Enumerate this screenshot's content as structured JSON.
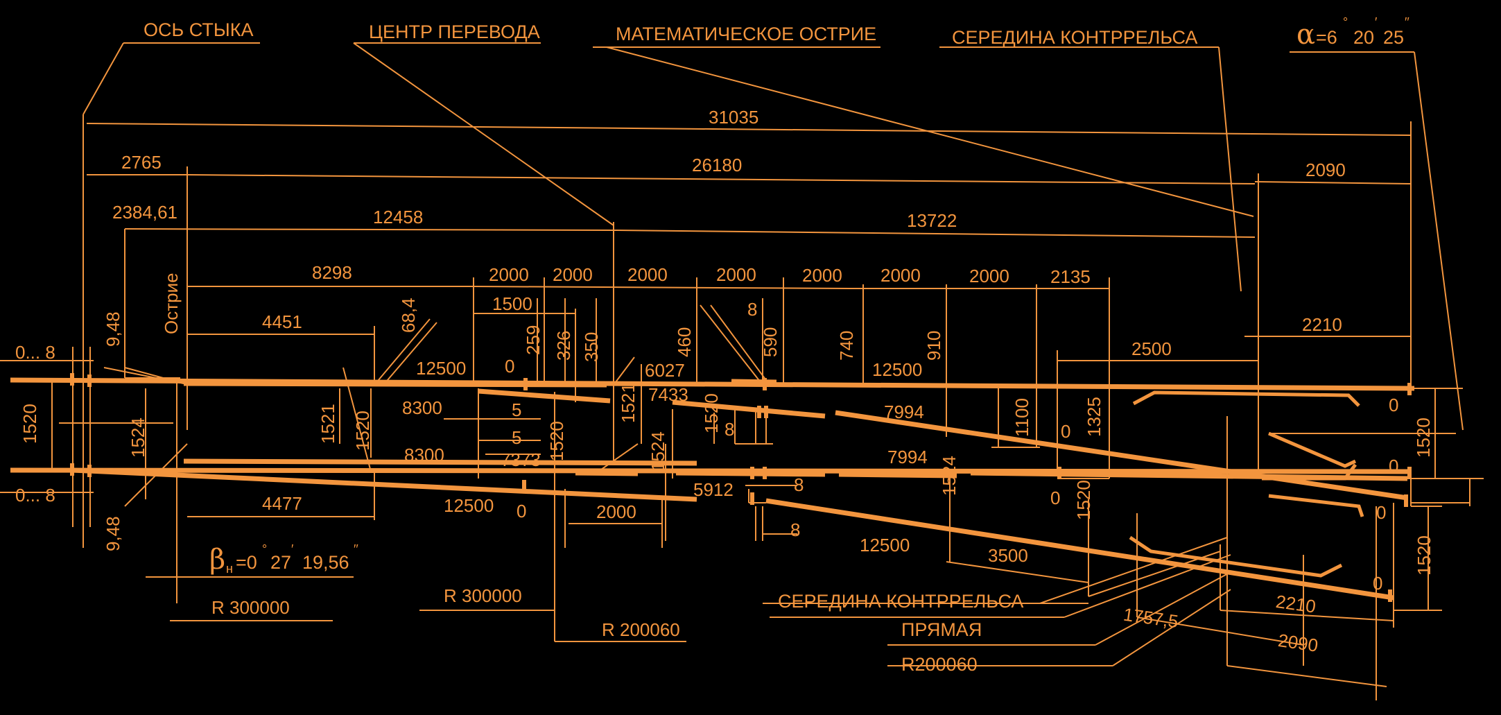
{
  "colors": {
    "background": "#000000",
    "line": "#F3953E"
  },
  "labels": {
    "joint_axis": "ОСЬ СТЫКА",
    "switch_center": "ЦЕНТР ПЕРЕВОДА",
    "math_point": "МАТЕМАТИЧЕСКОЕ ОСТРИЕ",
    "guard_rail_mid_top": "СЕРЕДИНА КОНТРРЕЛЬСА",
    "guard_rail_mid_bottom": "СЕРЕДИНА КОНТРРЕЛЬСА",
    "straight": "ПРЯМАЯ",
    "r200060_bottom": "R200060",
    "r300000_left": "R 300000",
    "r300000_mid": "R 300000",
    "r200060_mid": "R 200060",
    "point_word": "Острие"
  },
  "alpha": {
    "symbol": "α",
    "value": "=6",
    "deg": "°",
    "min": "20",
    "min_mark": "′",
    "sec": "25",
    "sec_mark": "′′"
  },
  "beta": {
    "symbol": "β",
    "sub": "н",
    "value": "=0",
    "deg": "°",
    "min": "27",
    "min_mark": "′",
    "sec": "19,56",
    "sec_mark": "′′"
  },
  "dims": {
    "d31035": "31035",
    "d2765": "2765",
    "d26180": "26180",
    "d2090_top": "2090",
    "d2384": "2384,61",
    "d12458": "12458",
    "d13722": "13722",
    "d8298": "8298",
    "d2000_a": "2000",
    "d2000_b": "2000",
    "d2000_c": "2000",
    "d2000_d": "2000",
    "d2000_e": "2000",
    "d2000_f": "2000",
    "d2000_g": "2000",
    "d2135": "2135",
    "d1500": "1500",
    "d4451": "4451",
    "d68_4": "68,4",
    "d8_top": "8",
    "d2210_top": "2210",
    "d2500": "2500",
    "d9_48_top": "9,48",
    "d0_8_top": "0... 8",
    "d0_8_bottom": "0... 8",
    "d9_48_bottom": "9,48",
    "d1520_left": "1520",
    "d1524_left": "1524",
    "d1521_left": "1521",
    "d1520_left2": "1520",
    "d12500_a": "12500",
    "d0_a": "0",
    "d259": "259",
    "d326": "326",
    "d350": "350",
    "d6027": "6027",
    "d460": "460",
    "d7433": "7433",
    "d590": "590",
    "d740": "740",
    "d12500_b": "12500",
    "d910": "910",
    "d8300_a": "8300",
    "d5_a": "5",
    "d5_b": "5",
    "d1521_mid": "1521",
    "d1520_mid": "1520",
    "d1520_mid2": "1520",
    "d8_mid": "8",
    "d7994_a": "7994",
    "d1100": "1100",
    "d0_b": "0",
    "d1325": "1325",
    "d0_c": "0",
    "d1520_right": "1520",
    "d8300_b": "8300",
    "d7373": "7373",
    "d7994_b": "7994",
    "d0_d": "0",
    "d1524_mid": "1524",
    "d4477": "4477",
    "d12500_c": "12500",
    "d0_e": "0",
    "d5912": "5912",
    "d8_mid2": "8",
    "d2000_h": "2000",
    "d8_bottom": "8",
    "d12500_d": "12500",
    "d1524_mid2": "1524",
    "d0_f": "0",
    "d1520_mid3": "1520",
    "d3500": "3500",
    "d0_g": "0",
    "d1520_right2": "1520",
    "d2210_bottom": "2210",
    "d1757_5": "1757,5",
    "d2090_bottom": "2090"
  }
}
